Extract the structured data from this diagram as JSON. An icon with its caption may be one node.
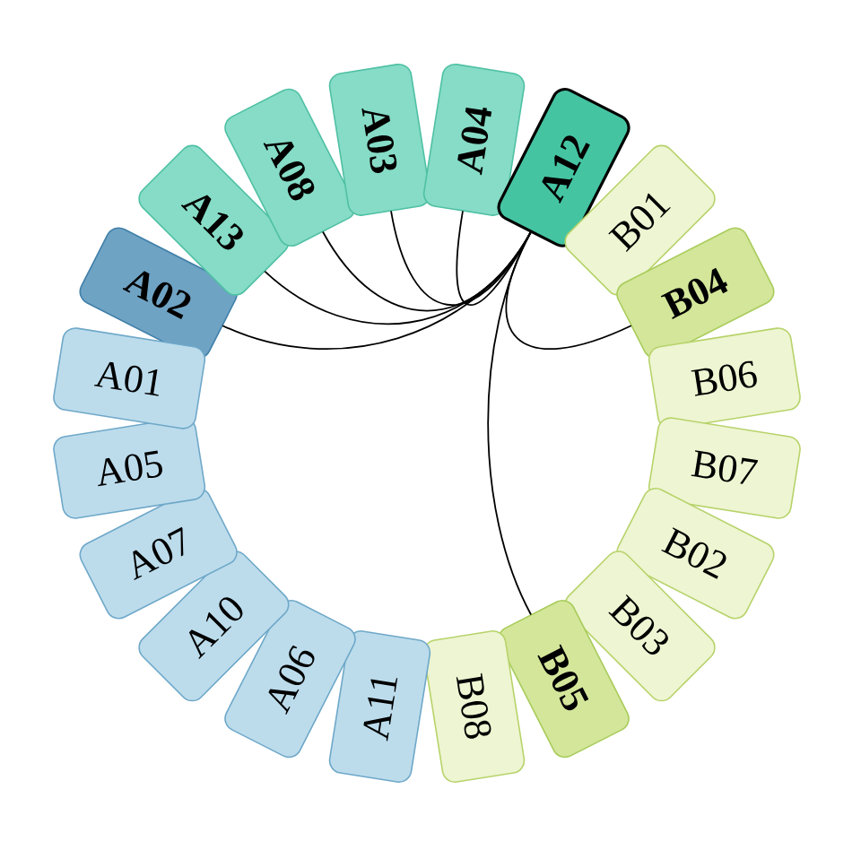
{
  "diagram": {
    "nodes": [
      {
        "text": [
          "A02"
        ]
      },
      {
        "text": [
          "A13"
        ]
      },
      {
        "text": [
          "A08"
        ]
      },
      {
        "text": [
          "A03"
        ]
      },
      {
        "text": [
          "A04"
        ]
      },
      {
        "text": [
          "A12"
        ]
      },
      {
        "text": [
          "B01"
        ]
      },
      {
        "text": [
          "B04"
        ]
      },
      {
        "text": [
          "B06"
        ]
      },
      {
        "text": [
          "B07"
        ]
      },
      {
        "text": [
          "B02"
        ]
      },
      {
        "text": [
          "B03"
        ]
      },
      {
        "text": [
          "B05"
        ]
      },
      {
        "text": [
          "B08"
        ]
      },
      {
        "text": [
          "A11"
        ]
      },
      {
        "text": [
          "A06"
        ]
      },
      {
        "text": [
          "A10"
        ]
      },
      {
        "text": [
          "A07"
        ]
      },
      {
        "text": [
          "A05"
        ]
      },
      {
        "text": [
          "A01"
        ]
      }
    ],
    "edges": [
      {
        "from": 5,
        "to": 4,
        "arrow": "none"
      },
      {
        "from": 5,
        "to": 3,
        "arrow": "none"
      },
      {
        "from": 5,
        "to": 2,
        "arrow": "none"
      },
      {
        "from": 5,
        "to": 1,
        "arrow": "none"
      },
      {
        "from": 5,
        "to": 0,
        "arrow": "none"
      },
      {
        "from": 5,
        "to": 7,
        "arrow": "none"
      },
      {
        "from": 5,
        "to": 12,
        "arrow": "none"
      }
    ]
  }
}
